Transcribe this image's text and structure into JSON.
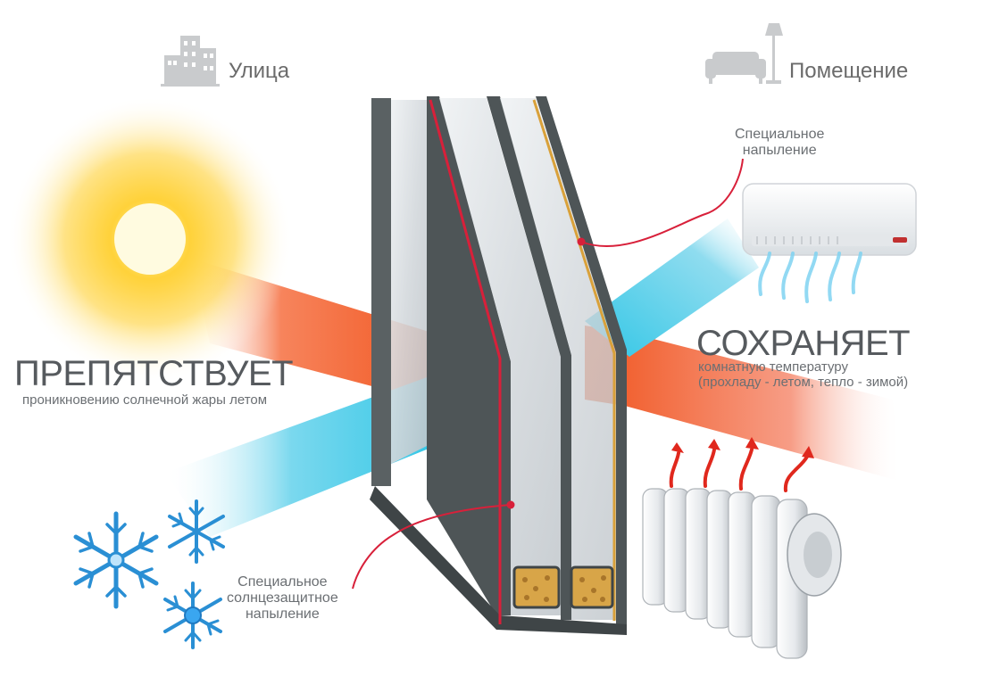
{
  "labels": {
    "outside": "Улица",
    "inside": "Помещение",
    "left_heading": "ПРЕПЯТСТВУЕТ",
    "left_subtext": "проникновению солнечной жары летом",
    "right_heading": "СОХРАНЯЕТ",
    "right_subtext_line1": "комнатную температуру",
    "right_subtext_line2": "(прохладу - летом, тепло - зимой)",
    "coating_top_line1": "Специальное",
    "coating_top_line2": "напыление",
    "coating_bottom_line1": "Специальное",
    "coating_bottom_line2": "солнцезащитное",
    "coating_bottom_line3": "напыление"
  },
  "icons": {
    "outside": "city-buildings-icon",
    "inside": "sofa-lamp-icon",
    "sun": "sun-icon",
    "snowflake": "snowflake-icon",
    "air_conditioner": "air-conditioner-icon",
    "radiator": "radiator-icon"
  },
  "colors": {
    "heat_band": "#f0541e",
    "cold_band": "#2fc6e6",
    "coating_line": "#d8203a",
    "frame": "#4e5557",
    "sun_core": "#fff9d0",
    "sun_glow": "#ffc400",
    "snowflake": "#2a8fd4",
    "heat_arrow": "#e0281d"
  }
}
